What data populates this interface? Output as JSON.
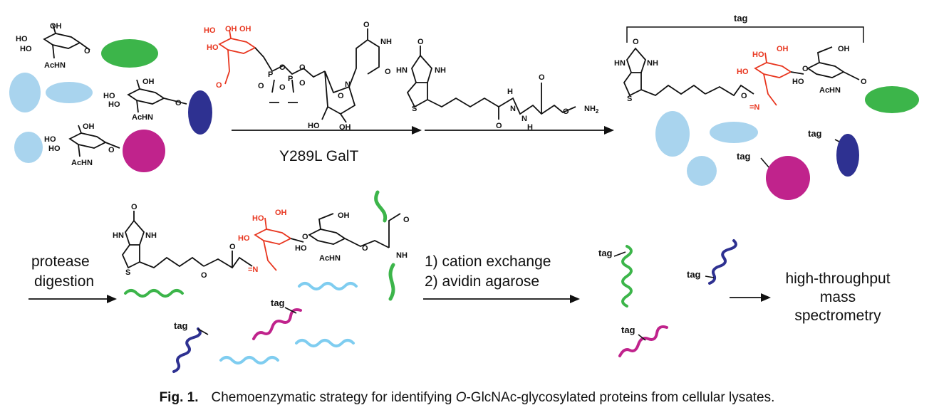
{
  "labels": {
    "enzyme": "Y289L GalT",
    "tag_bracket": "tag",
    "tag": "tag",
    "step_left_1": "protease",
    "step_left_2": "digestion",
    "step_mid_1": "1) cation exchange",
    "step_mid_2": "2) avidin agarose",
    "step_right_1": "high-throughput",
    "step_right_2": "mass",
    "step_right_3": "spectrometry"
  },
  "chem_labels": {
    "oh": "OH",
    "ho": "HO",
    "achn": "AcHN",
    "o": "O",
    "p": "P",
    "hn": "HN",
    "nh": "NH",
    "n": "N",
    "h": "H",
    "s": "S",
    "nh2": "NH",
    "nh2_sub": "2",
    "eq_n": "=N"
  },
  "caption": {
    "figno": "Fig. 1.",
    "text_before": "Chemoenzymatic strategy for identifying ",
    "text_italic": "O",
    "text_after": "-GlcNAc-glycosylated proteins from cellular lysates."
  },
  "colors": {
    "sugar_red": "#e8361f",
    "protein_green": "#3cb54a",
    "protein_light_blue": "#a9d4ee",
    "protein_dark_blue": "#2e3191",
    "protein_magenta": "#c0238c",
    "peptide_cyan": "#7fcdf0",
    "line": "#111111"
  }
}
